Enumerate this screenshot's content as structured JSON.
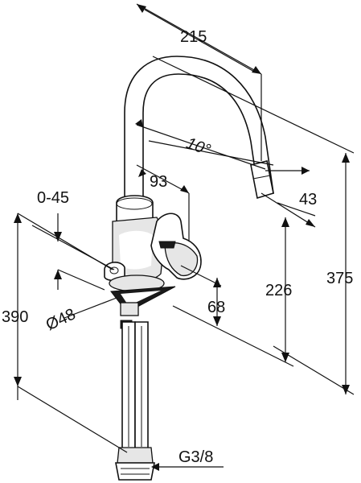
{
  "labels": {
    "reach": "215",
    "angle_tilt": "10°",
    "spout_offset": "43",
    "handle_reach": "93",
    "swivel_range": "0-45",
    "base_depth": "68",
    "base_diameter": "Ø48",
    "outlet_height": "226",
    "total_height": "375",
    "hose_length": "390",
    "connection_thread": "G3/8"
  }
}
